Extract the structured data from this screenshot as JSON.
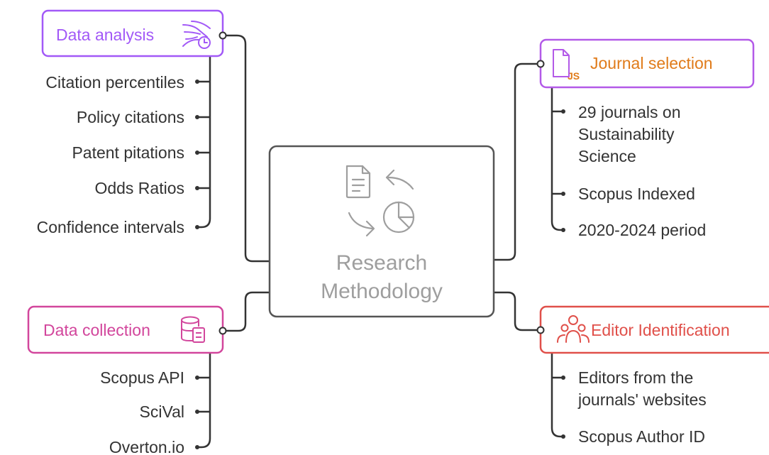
{
  "colors": {
    "center": "#555555",
    "center_text": "#9e9e9e",
    "connector": "#333333",
    "leaf_text": "#333333",
    "data_analysis": "#a259f7",
    "journal_selection": "#e07b1a",
    "journal_border": "#b35ae8",
    "data_collection": "#d2469c",
    "editor_identification": "#e0504a"
  },
  "center": {
    "title_line1": "Research",
    "title_line2": "Methodology",
    "icon": "document-chart-cycle-icon"
  },
  "branches": {
    "data_analysis": {
      "title": "Data analysis",
      "icon": "data-flow-clock-icon",
      "items": [
        "Citation percentiles",
        "Policy citations",
        "Patent pitations",
        "Odds Ratios",
        "Confidence intervals"
      ]
    },
    "journal_selection": {
      "title": "Journal selection",
      "icon": "js-file-icon",
      "items": [
        {
          "lines": [
            "29 journals on",
            "Sustainability",
            "Science"
          ]
        },
        {
          "lines": [
            "Scopus Indexed"
          ]
        },
        {
          "lines": [
            "2020-2024 period"
          ]
        }
      ]
    },
    "data_collection": {
      "title": "Data collection",
      "icon": "database-document-icon",
      "items": [
        "Scopus API",
        "SciVal",
        "Overton.io"
      ]
    },
    "editor_identification": {
      "title": "Editor Identification",
      "icon": "people-group-icon",
      "items": [
        {
          "lines": [
            "Editors from the",
            "journals' websites"
          ]
        },
        {
          "lines": [
            "Scopus Author ID"
          ]
        }
      ]
    }
  }
}
